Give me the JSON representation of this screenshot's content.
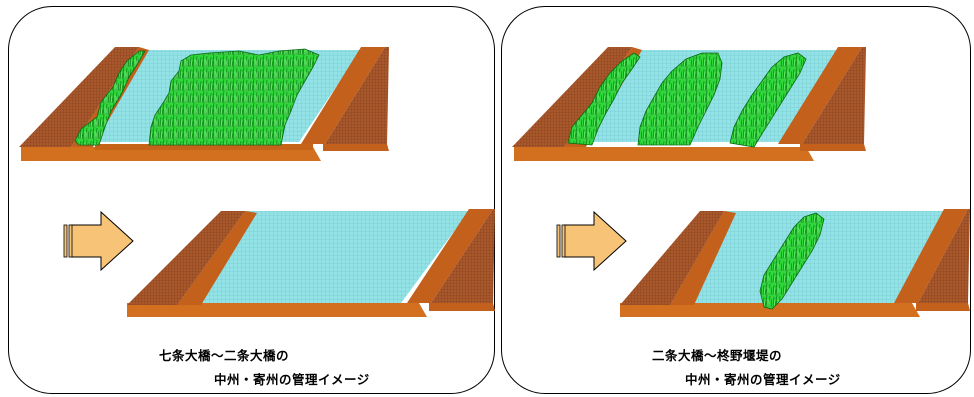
{
  "panels": [
    {
      "caption_line1": "七条大橋～二条大橋の",
      "caption_line2": "中州・寄州の管理イメージ"
    },
    {
      "caption_line1": "二条大橋～柊野堰堤の",
      "caption_line2": "中州・寄州の管理イメージ"
    }
  ],
  "colors": {
    "bank_top": "#a8562a",
    "bank_side": "#c9661e",
    "bank_base": "#d8731f",
    "water": "#8fe3e6",
    "vegetation": "#2bd63a",
    "vegetation_dark": "#138a1c",
    "arrow_fill": "#f7c477",
    "arrow_stroke": "#000000"
  }
}
